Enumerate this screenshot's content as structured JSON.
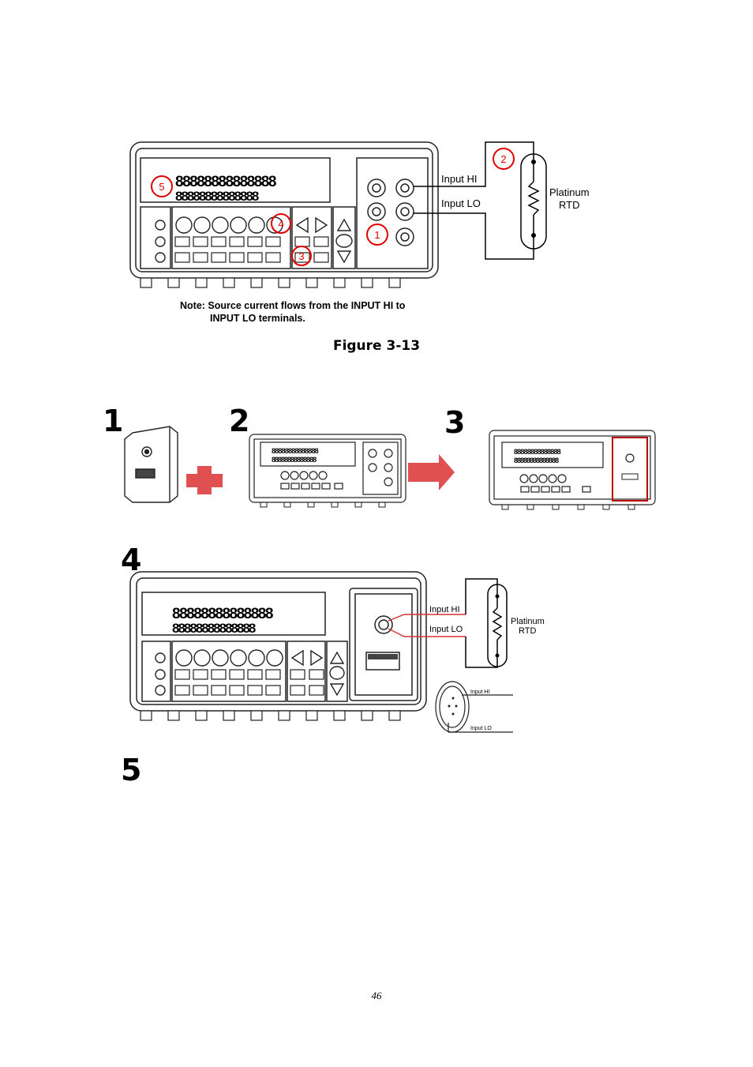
{
  "figure1": {
    "input_hi": "Input HI",
    "input_lo": "Input LO",
    "platinum": "Platinum",
    "rtd": "RTD",
    "note_line1": "Note: Source current flows from the INPUT HI to",
    "note_line2": "INPUT LO terminals.",
    "display_digits": "88888888888888",
    "callouts": [
      "1",
      "2",
      "3",
      "4",
      "5"
    ]
  },
  "caption": "Figure 3-13",
  "steps": [
    "1",
    "2",
    "3",
    "4",
    "5"
  ],
  "figure4": {
    "input_hi": "Input HI",
    "input_lo": "Input LO",
    "platinum": "Platinum",
    "rtd": "RTD",
    "connector_input_hi": "Input HI",
    "connector_input_lo": "Input LO"
  },
  "page_number": "46",
  "colors": {
    "callout_red": "#e00000",
    "wire_red": "#d83030",
    "arrow_red": "#e05050"
  }
}
